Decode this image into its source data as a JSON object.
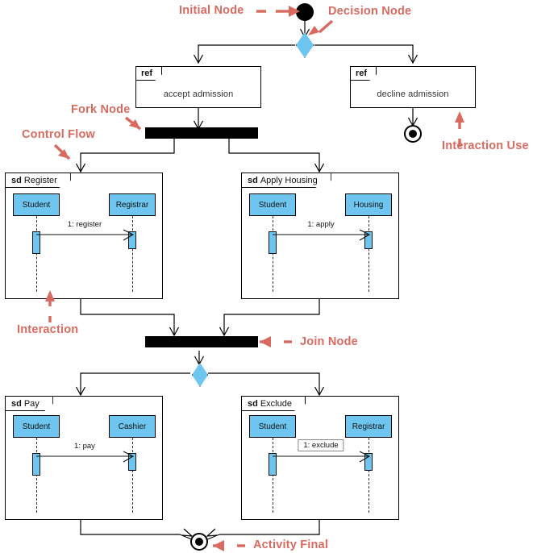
{
  "diagram": {
    "type": "UML Interaction Overview Diagram",
    "background": "#ffffff",
    "accent_color": "#D96A60",
    "node_fill": "#6EC6F0",
    "line_color": "#000000"
  },
  "annotations": [
    {
      "id": "initial-node",
      "label": "Initial Node"
    },
    {
      "id": "decision-node",
      "label": "Decision Node"
    },
    {
      "id": "fork-node",
      "label": "Fork Node"
    },
    {
      "id": "control-flow",
      "label": "Control Flow"
    },
    {
      "id": "interaction-use",
      "label": "Interaction Use"
    },
    {
      "id": "interaction",
      "label": "Interaction"
    },
    {
      "id": "join-node",
      "label": "Join Node"
    },
    {
      "id": "activity-final",
      "label": "Activity Final"
    }
  ],
  "interaction_uses": [
    {
      "id": "accept-admission",
      "keyword": "ref",
      "name": "accept admission"
    },
    {
      "id": "decline-admission",
      "keyword": "ref",
      "name": "decline admission"
    }
  ],
  "interactions": [
    {
      "id": "register",
      "keyword": "sd",
      "name": "Register",
      "lifelines": [
        "Student",
        "Registrar"
      ],
      "messages": [
        {
          "text": "1: register",
          "boxed": false
        }
      ]
    },
    {
      "id": "apply-housing",
      "keyword": "sd",
      "name": "Apply Housing",
      "lifelines": [
        "Student",
        "Housing"
      ],
      "messages": [
        {
          "text": "1: apply",
          "boxed": false
        }
      ]
    },
    {
      "id": "pay",
      "keyword": "sd",
      "name": "Pay",
      "lifelines": [
        "Student",
        "Cashier"
      ],
      "messages": [
        {
          "text": "1: pay",
          "boxed": false
        }
      ]
    },
    {
      "id": "exclude",
      "keyword": "sd",
      "name": "Exclude",
      "lifelines": [
        "Student",
        "Registrar"
      ],
      "messages": [
        {
          "text": "1: exclude",
          "boxed": true
        }
      ]
    }
  ],
  "control_nodes": [
    {
      "id": "initial",
      "kind": "initial"
    },
    {
      "id": "decision-top",
      "kind": "decision"
    },
    {
      "id": "fork",
      "kind": "fork"
    },
    {
      "id": "join",
      "kind": "join"
    },
    {
      "id": "decision-bottom",
      "kind": "decision"
    },
    {
      "id": "final-right",
      "kind": "activity-final"
    },
    {
      "id": "final-bottom",
      "kind": "activity-final"
    }
  ]
}
